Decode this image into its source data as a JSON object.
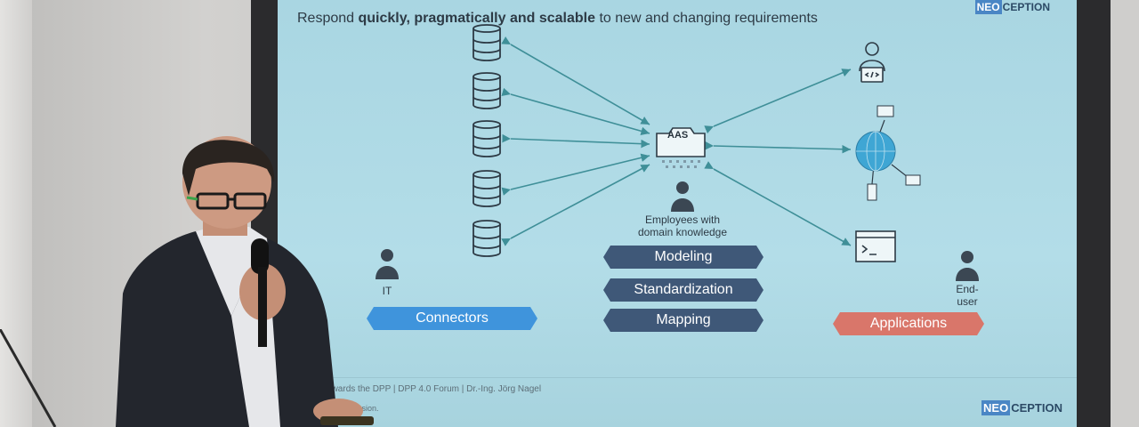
{
  "slide": {
    "headline_prefix": "Respond",
    "headline_bold": "quickly, pragmatically and scalable",
    "headline_suffix": "to new and changing requirements",
    "logo_neo": "NEO",
    "logo_ception": "CEPTION",
    "aas_label": "AAS",
    "employees_label_line1": "Employees with",
    "employees_label_line2": "domain knowledge",
    "it_label": "IT",
    "enduser_label_line1": "End-",
    "enduser_label_line2": "user",
    "buttons": {
      "modeling": "Modeling",
      "standardization": "Standardization",
      "mapping": "Mapping",
      "connectors": "Connectors",
      "applications": "Applications"
    },
    "footer_text": "path towards the DPP | DPP 4.0 Forum | Dr.-Ing. Jörg Nagel",
    "footer_text2": "passion.",
    "colors": {
      "screen_bg": "#b3dde8",
      "dark_pill": "#3f5878",
      "blue_pill": "#3f94dc",
      "red_pill": "#d9766a",
      "arrow": "#3f8f98"
    }
  }
}
